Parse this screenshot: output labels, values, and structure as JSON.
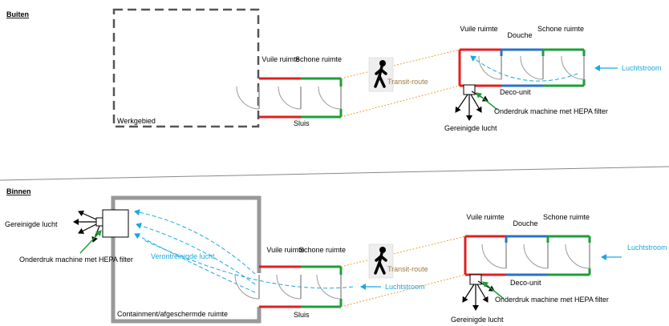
{
  "colors": {
    "dirty": "#e02020",
    "clean": "#1e9e3a",
    "shower": "#2a72c4",
    "airflow": "#19a9e0",
    "transit": "#e8a33a",
    "pump": "#1e9e3a",
    "wall": "#999999"
  },
  "outside": {
    "heading": "Buiten",
    "workarea_label": "Werkgebied",
    "airlock_dirty": "Vuile ruimte",
    "airlock_clean": "Schone ruimte",
    "airlock_label": "Sluis",
    "transit_label": "Transit-route",
    "deco_dirty": "Vuile ruimte",
    "deco_shower": "Douche",
    "deco_clean": "Schone ruimte",
    "deco_label": "Deco-unit",
    "machine_label": "Onderdruk machine met HEPA filter",
    "cleaned_air": "Gereinigde lucht",
    "airflow_label": "Luchtstroom"
  },
  "inside": {
    "heading": "Binnen",
    "containment_label": "Containment/afgeschermde ruimte",
    "contaminated_label": "Verontreinigde lucht",
    "cleaned_air_left": "Gereinigde lucht",
    "machine_left": "Onderdruk machine met HEPA filter",
    "airlock_dirty": "Vuile ruimte",
    "airlock_clean": "Schone ruimte",
    "airlock_label": "Sluis",
    "transit_label": "Transit-route",
    "airflow_mid": "Luchtstroom",
    "deco_dirty": "Vuile ruimte",
    "deco_shower": "Douche",
    "deco_clean": "Schone ruimte",
    "deco_label": "Deco-unit",
    "machine_label": "Onderdruk machine met HEPA filter",
    "cleaned_air": "Gereinigde lucht",
    "airflow_right": "Luchtstroom"
  }
}
